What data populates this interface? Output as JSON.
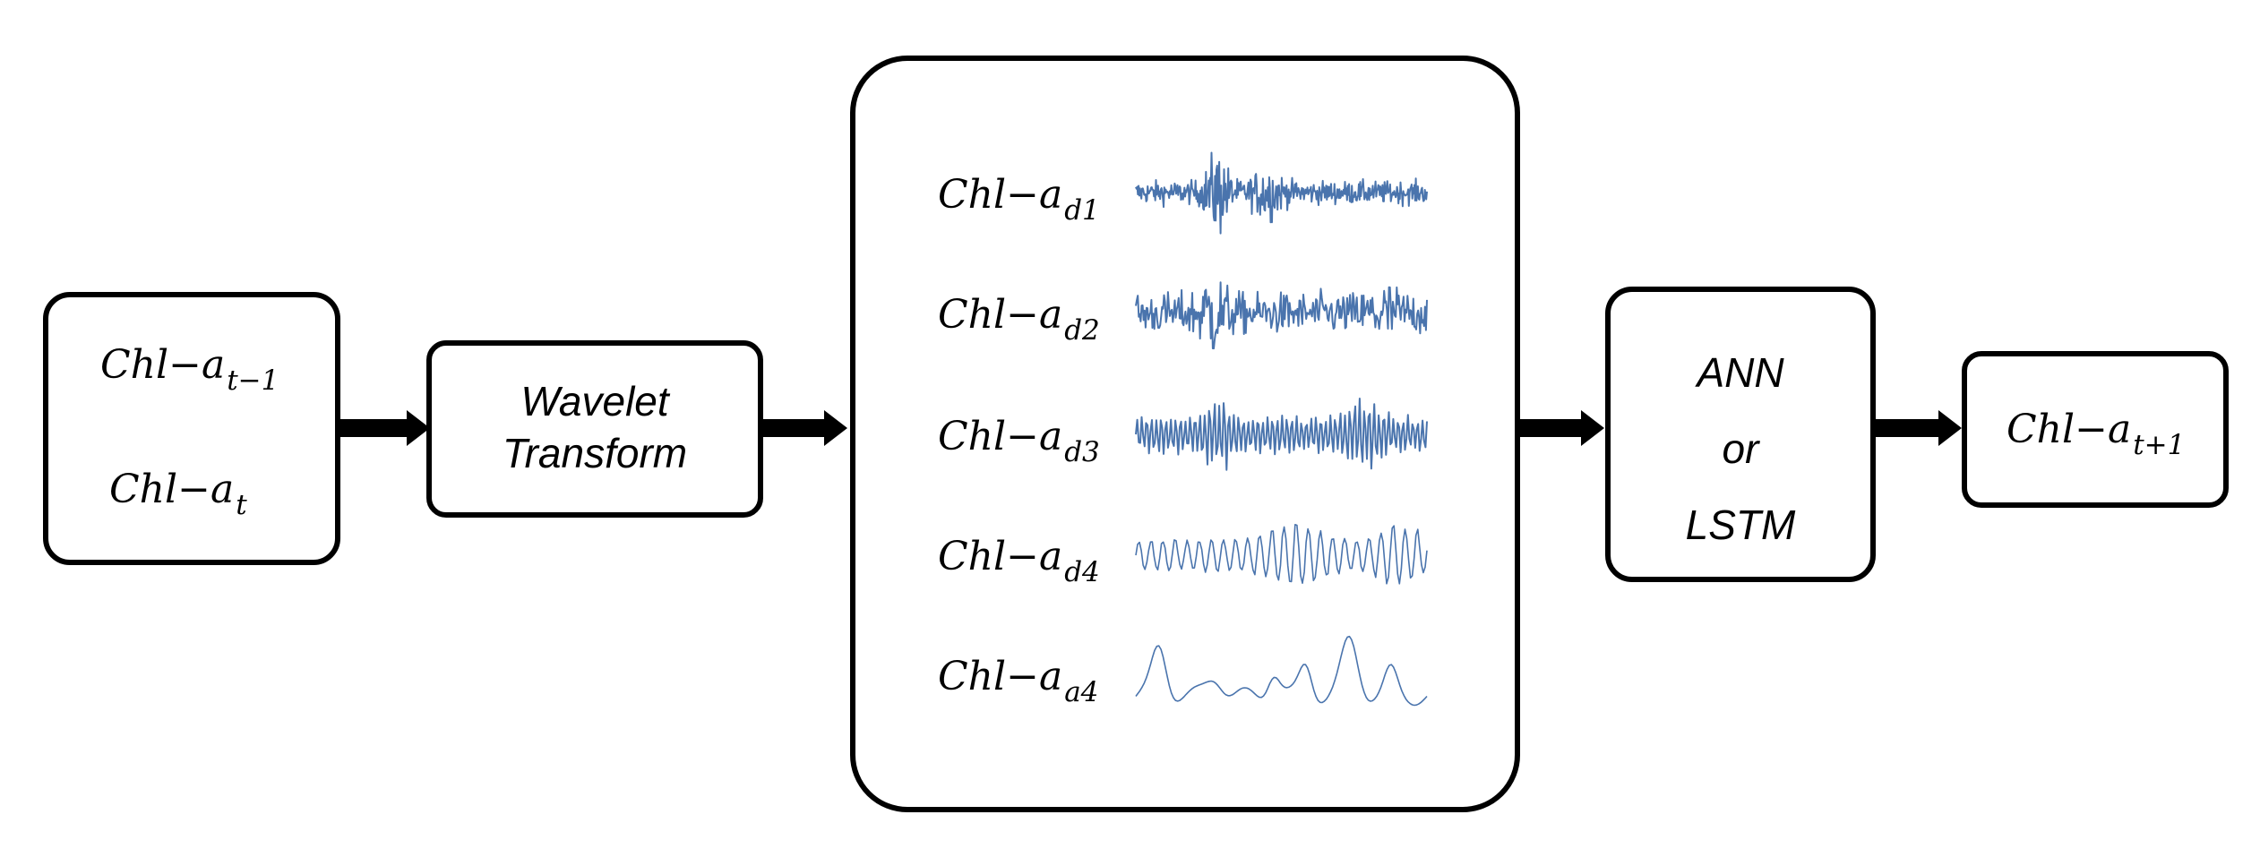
{
  "input": {
    "line1_base": "Chl−a",
    "line1_sub": "t−1",
    "line2_base": "Chl−a",
    "line2_sub": "t"
  },
  "wavelet": {
    "line1": "Wavelet",
    "line2": "Transform"
  },
  "components": [
    {
      "base": "Chl−a",
      "sub": "d1"
    },
    {
      "base": "Chl−a",
      "sub": "d2"
    },
    {
      "base": "Chl−a",
      "sub": "d3"
    },
    {
      "base": "Chl−a",
      "sub": "d4"
    },
    {
      "base": "Chl−a",
      "sub": "a4"
    }
  ],
  "model": {
    "line1": "ANN",
    "line2": "or",
    "line3": "LSTM"
  },
  "output": {
    "base": "Chl−a",
    "sub": "t+1"
  },
  "colors": {
    "signal": "#4a74ad",
    "border": "#000000"
  }
}
